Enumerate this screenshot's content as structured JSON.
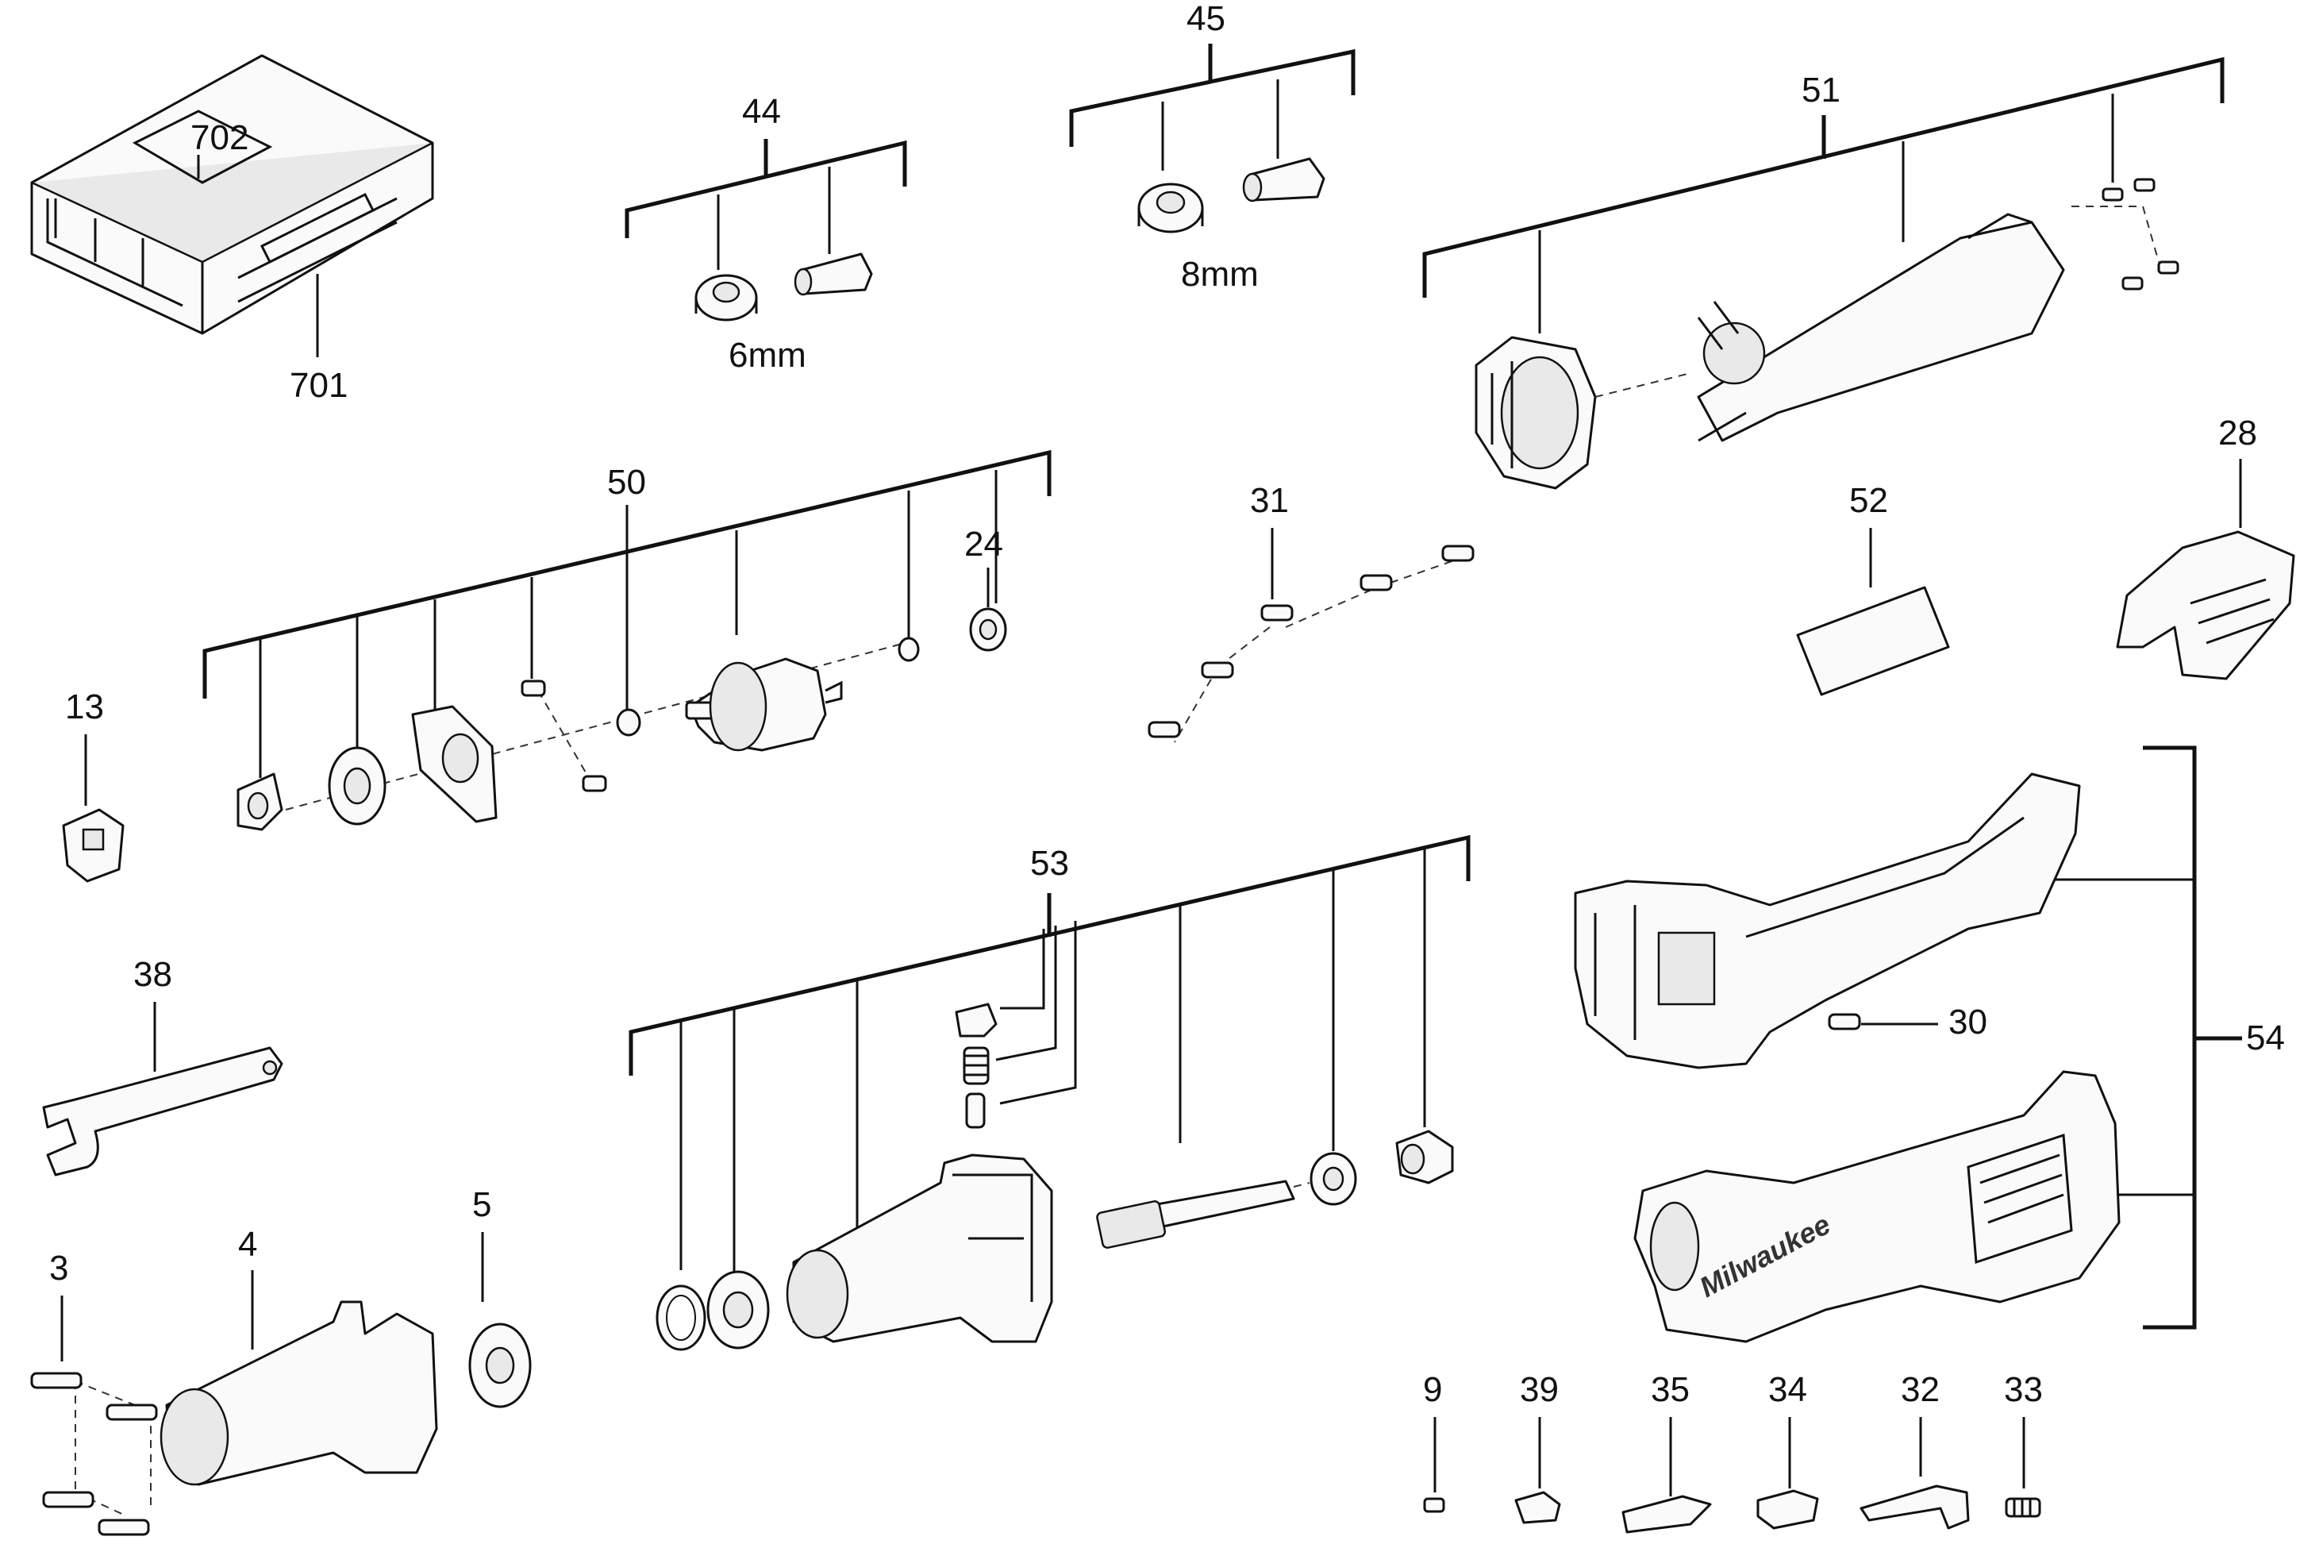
{
  "labels": {
    "l701": "701",
    "l702": "702",
    "l44": "44",
    "l45": "45",
    "l51": "51",
    "l6mm": "6mm",
    "l8mm": "8mm",
    "l50": "50",
    "l24": "24",
    "l31": "31",
    "l28": "28",
    "l52": "52",
    "l13": "13",
    "l53": "53",
    "l38": "38",
    "l30": "30",
    "l54": "54",
    "l3": "3",
    "l4": "4",
    "l5": "5",
    "l9": "9",
    "l39": "39",
    "l35": "35",
    "l34": "34",
    "l32": "32",
    "l33": "33"
  },
  "brand_text": "Milwaukee"
}
